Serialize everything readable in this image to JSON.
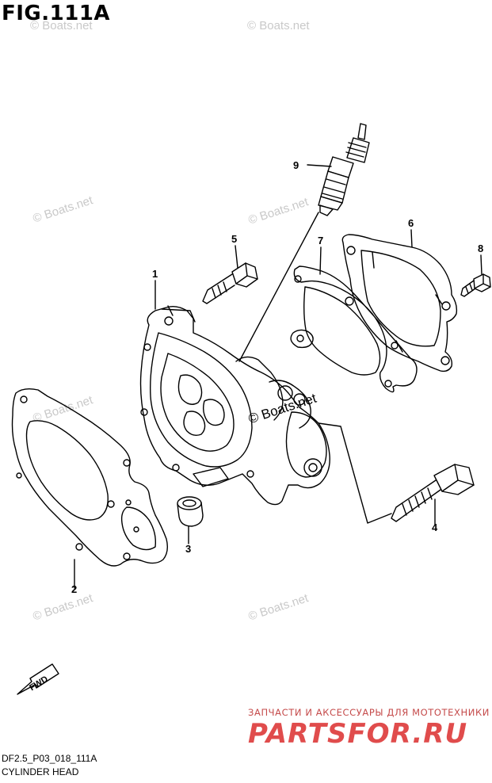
{
  "figure": {
    "title": "FIG.111A",
    "code": "DF2.5_P03_018_111A",
    "name": "CYLINDER HEAD"
  },
  "parts": [
    {
      "number": "1"
    },
    {
      "number": "2"
    },
    {
      "number": "3"
    },
    {
      "number": "4"
    },
    {
      "number": "5"
    },
    {
      "number": "6"
    },
    {
      "number": "7"
    },
    {
      "number": "8"
    },
    {
      "number": "9"
    }
  ],
  "direction_arrow": "FWD",
  "watermark": "© Boats.net",
  "advert": {
    "line1": "ЗАПЧАСТИ И АКСЕССУАРЫ ДЛЯ МОТОТЕХНИКИ",
    "line2": "PARTSFOR.RU",
    "color": "#e04c4c"
  }
}
